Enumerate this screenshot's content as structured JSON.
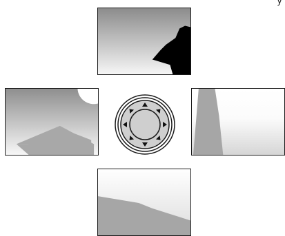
{
  "corner_text": "y",
  "navigator": {
    "arrows": [
      "up",
      "up-right",
      "right",
      "down-right",
      "down",
      "down-left",
      "left",
      "up-left"
    ]
  },
  "colors": {
    "border": "#1a1a1a",
    "shape_dark": "#000000",
    "shape_mid": "#a6a6a6",
    "gradient_light": "#f7f7f7",
    "gradient_dark": "#8f8f8f"
  }
}
